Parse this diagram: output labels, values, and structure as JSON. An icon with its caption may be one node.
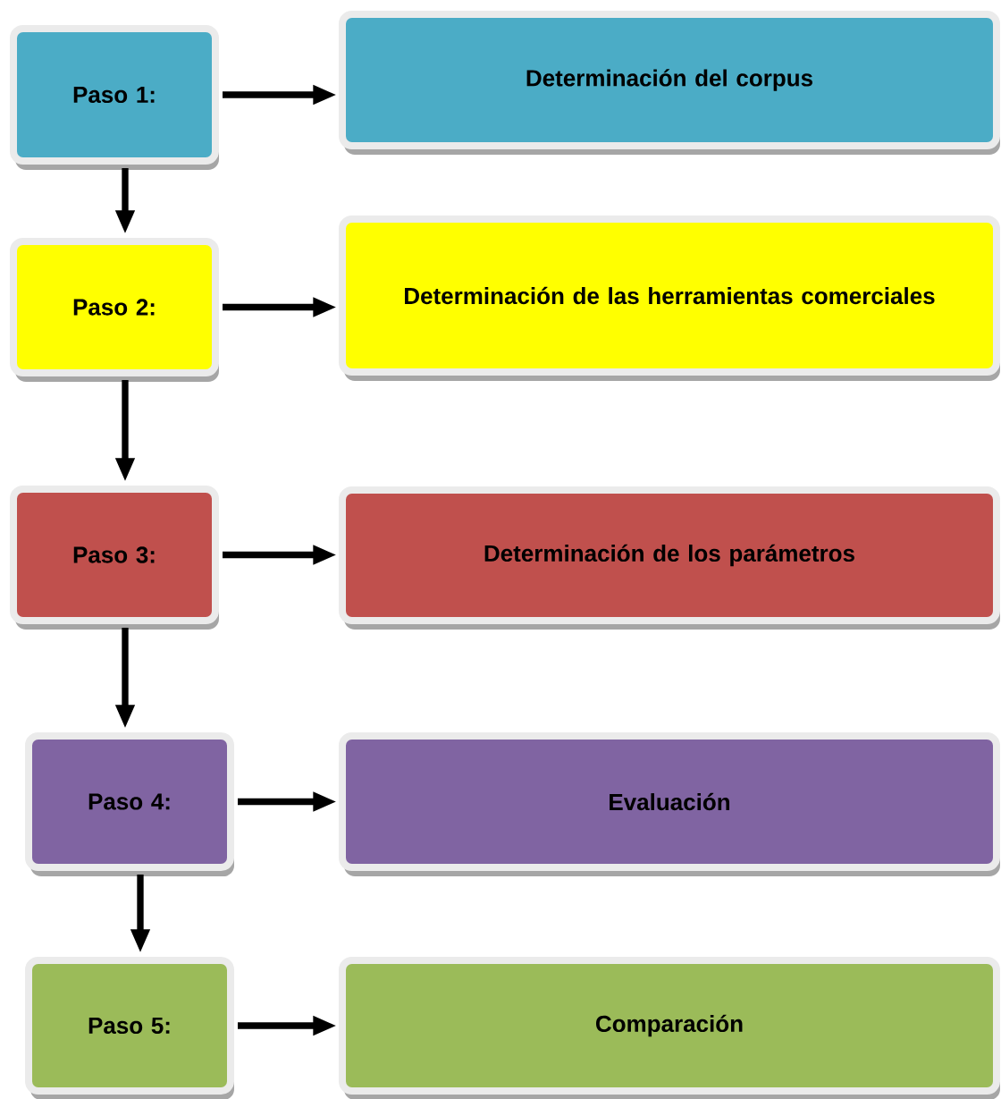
{
  "diagram": {
    "nodes": [
      {
        "text": [
          "Paso 1:"
        ]
      },
      {
        "text": [
          "Determinación del corpus"
        ]
      },
      {
        "text": [
          "Paso 2:"
        ]
      },
      {
        "text": [
          "Determinación de las herramientas comerciales"
        ]
      },
      {
        "text": [
          "Paso 3:"
        ]
      },
      {
        "text": [
          "Determinación de los parámetros"
        ]
      },
      {
        "text": [
          "Paso 4:"
        ]
      },
      {
        "text": [
          "Evaluación"
        ]
      },
      {
        "text": [
          "Paso 5:"
        ]
      },
      {
        "text": [
          "Comparación"
        ]
      }
    ],
    "edges": [
      {
        "from": 0,
        "to": 1,
        "arrow": "to"
      },
      {
        "from": 0,
        "to": 2,
        "arrow": "to"
      },
      {
        "from": 2,
        "to": 3,
        "arrow": "to"
      },
      {
        "from": 2,
        "to": 4,
        "arrow": "to"
      },
      {
        "from": 4,
        "to": 5,
        "arrow": "to"
      },
      {
        "from": 4,
        "to": 6,
        "arrow": "to"
      },
      {
        "from": 6,
        "to": 7,
        "arrow": "to"
      },
      {
        "from": 6,
        "to": 8,
        "arrow": "to"
      },
      {
        "from": 8,
        "to": 9,
        "arrow": "to"
      }
    ]
  }
}
